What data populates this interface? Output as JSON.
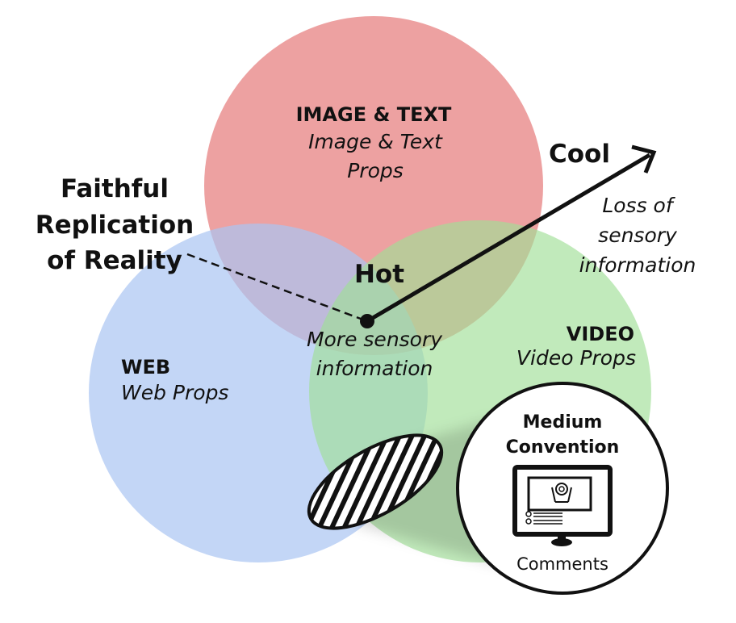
{
  "colors": {
    "image_text": "#e88a8a",
    "web": "#a9c4f2",
    "video": "#9fde97"
  },
  "circles": {
    "image_text": {
      "title": "IMAGE & TEXT",
      "sub1": "Image & Text",
      "sub2": "Props"
    },
    "web": {
      "title": "WEB",
      "sub": "Web Props"
    },
    "video": {
      "title": "VIDEO",
      "sub": "Video Props"
    }
  },
  "faithful": [
    "Faithful",
    "Replication",
    "of Reality"
  ],
  "hot": {
    "label": "Hot",
    "desc1": "More sensory",
    "desc2": "information"
  },
  "cool": {
    "label": "Cool",
    "desc1": "Loss of",
    "desc2": "sensory",
    "desc3": "information"
  },
  "medium": {
    "title1": "Medium",
    "title2": "Convention",
    "caption": "Comments",
    "icon": "monitor-icon"
  }
}
